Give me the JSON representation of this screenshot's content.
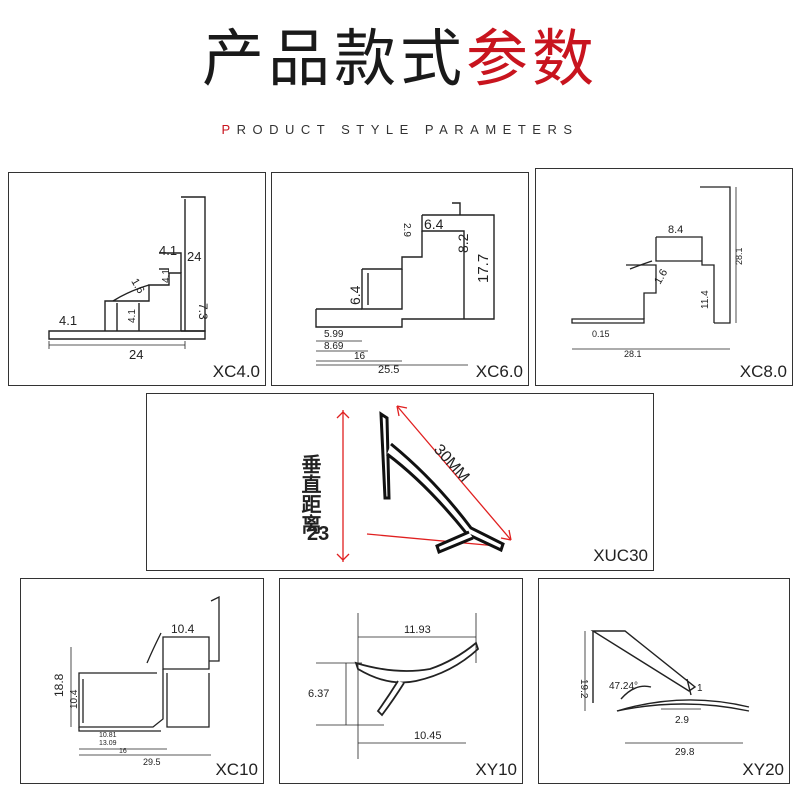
{
  "header": {
    "title_dark": "产品款式",
    "title_red": "参数",
    "subtitle_first": "P",
    "subtitle_rest": "RODUCT STYLE PARAMETERS"
  },
  "colors": {
    "accent": "#c8141e",
    "ink": "#222222"
  },
  "panels": {
    "xc40": {
      "model": "XC4.0",
      "dims": [
        "4.1",
        "24",
        "1.6",
        "4.1",
        "7.3",
        "4.1",
        "4.1",
        "24"
      ]
    },
    "xc60": {
      "model": "XC6.0",
      "dims": [
        "6.4",
        "2.9",
        "8.2",
        "17.7",
        "6.4",
        "5.99",
        "8.69",
        "16",
        "25.5"
      ]
    },
    "xc80": {
      "model": "XC8.0",
      "dims": [
        "8.4",
        "28.1",
        "1.6",
        "11.4",
        "0.15",
        "28.1"
      ]
    },
    "xuc30": {
      "model": "XUC30",
      "label_vertical": "垂直距离",
      "label_value": "23",
      "label_diag": "30MM"
    },
    "xc10": {
      "model": "XC10",
      "dims": [
        "10.4",
        "18.8",
        "10.4",
        "10.81",
        "13.09",
        "16",
        "29.5"
      ]
    },
    "xy10": {
      "model": "XY10",
      "dims": [
        "11.93",
        "6.37",
        "10.45"
      ]
    },
    "xy20": {
      "model": "XY20",
      "dims": [
        "19.2",
        "47.24°",
        "1",
        "2.9",
        "29.8"
      ]
    }
  }
}
